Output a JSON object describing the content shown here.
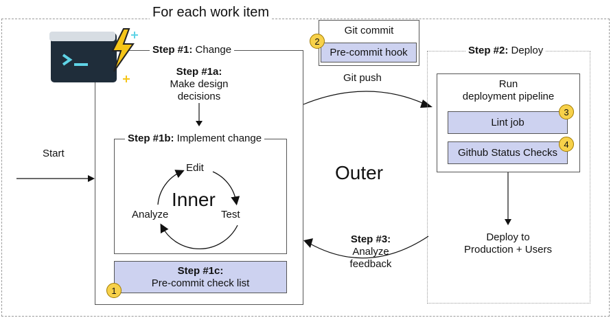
{
  "title": "For each work item",
  "start_label": "Start",
  "outer_label": "Outer",
  "inner_label": "Inner",
  "step1": {
    "bold": "Step #1:",
    "text": " Change"
  },
  "step1a": {
    "bold": "Step #1a:",
    "line1": "Make design",
    "line2": "decisions"
  },
  "step1b": {
    "bold": "Step #1b:",
    "text": " Implement change"
  },
  "inner_cycle": {
    "edit": "Edit",
    "test": "Test",
    "analyze": "Analyze"
  },
  "step1c": {
    "bold": "Step #1c:",
    "text": "Pre-commit check list",
    "badge": "1"
  },
  "git_commit": {
    "title": "Git commit",
    "hook": "Pre-commit hook",
    "badge": "2"
  },
  "git_push": "Git push",
  "step2": {
    "bold": "Step #2:",
    "text": " Deploy"
  },
  "pipeline": {
    "line1": "Run",
    "line2": "deployment pipeline",
    "lint": "Lint job",
    "lint_badge": "3",
    "status": "Github Status Checks",
    "status_badge": "4"
  },
  "deploy_target": {
    "line1": "Deploy to",
    "line2": "Production + Users"
  },
  "step3": {
    "bold": "Step #3:",
    "line1": "Analyze",
    "line2": "feedback"
  },
  "icon": {
    "name": "terminal-icon",
    "accent": "#f5c518",
    "bg": "#1f2d3a",
    "prompt_color": "#5fd3e6"
  }
}
